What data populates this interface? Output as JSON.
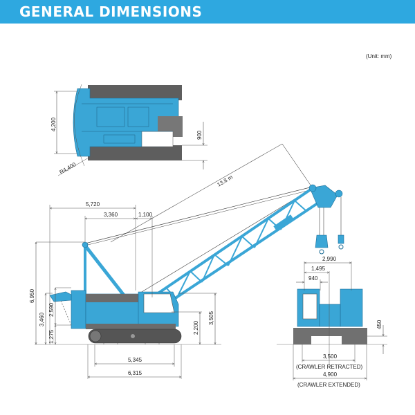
{
  "header": {
    "title": "GENERAL DIMENSIONS"
  },
  "unit_note": "(Unit: mm)",
  "colors": {
    "header": "#2ea8e0",
    "crane_blue": "#3aa6d6",
    "track_gray": "#5e5e5e",
    "line": "#555555"
  },
  "top_view": {
    "width_label": "4,200",
    "tail_radius_label": "R4,400",
    "offset_label": "900"
  },
  "side_view": {
    "boom_length_label": "13.8 m",
    "dim_5720": "5,720",
    "dim_3360": "3,360",
    "dim_1100": "1,100",
    "overall_height": "6,950",
    "height_3460": "3,460",
    "height_2590": "2,590",
    "height_1275": "1,275",
    "height_2200": "2,200",
    "height_3505": "3,505",
    "tumbler_distance": "5,345",
    "crawler_length": "6,315"
  },
  "front_view": {
    "dim_2990": "2,990",
    "dim_1495": "1,495",
    "dim_940": "940",
    "ground_clearance": "450",
    "retracted_width": "3,500",
    "retracted_label": "(CRAWLER RETRACTED)",
    "extended_width": "4,900",
    "extended_label": "(CRAWLER EXTENDED)"
  }
}
